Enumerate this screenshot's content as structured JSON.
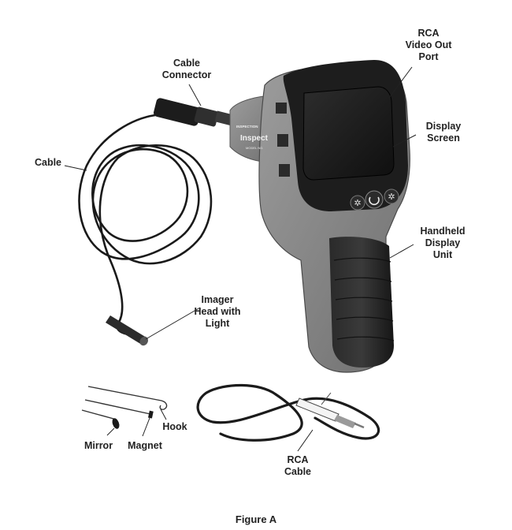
{
  "labels": {
    "rca_video_out_port": [
      "RCA",
      "Video Out",
      "Port"
    ],
    "cable_connector": [
      "Cable",
      "Connector"
    ],
    "display_screen": [
      "Display",
      "Screen"
    ],
    "cable": [
      "Cable"
    ],
    "handheld_display_unit": [
      "Handheld",
      "Display",
      "Unit"
    ],
    "imager_head": [
      "Imager",
      "Head with",
      "Light"
    ],
    "hook": [
      "Hook"
    ],
    "mirror": [
      "Mirror"
    ],
    "magnet": [
      "Magnet"
    ],
    "rca_cable": [
      "RCA",
      "Cable"
    ]
  },
  "device_text": {
    "brand_small": "INSPECTION",
    "brand": "Inspect",
    "model": "MODEL NO."
  },
  "caption": "Figure A",
  "colors": {
    "body_grey": "#8f8f8f",
    "rubber_black": "#1e1e1e",
    "label_text": "#222222"
  }
}
